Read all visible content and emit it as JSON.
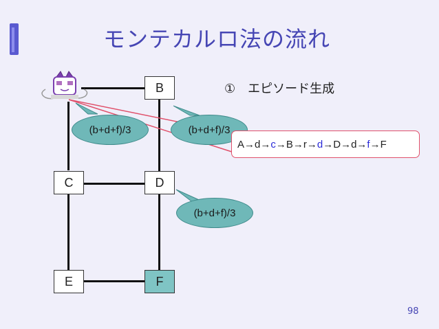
{
  "title": "モンテカルロ法の流れ",
  "step": "①　エピソード生成",
  "nodes": {
    "B": "B",
    "C": "C",
    "D": "D",
    "E": "E",
    "F": "F"
  },
  "bubbles": [
    "(b+d+f)/3",
    "(b+d+f)/3",
    "(b+d+f)/3"
  ],
  "episode": [
    {
      "t": "A",
      "hl": false
    },
    {
      "t": "→",
      "hl": false
    },
    {
      "t": "d",
      "hl": false
    },
    {
      "t": "→",
      "hl": false
    },
    {
      "t": "c",
      "hl": true
    },
    {
      "t": "→",
      "hl": false
    },
    {
      "t": "B",
      "hl": false
    },
    {
      "t": "→",
      "hl": false
    },
    {
      "t": "r",
      "hl": false
    },
    {
      "t": "→",
      "hl": false
    },
    {
      "t": "d",
      "hl": true
    },
    {
      "t": "→",
      "hl": false
    },
    {
      "t": "D",
      "hl": false
    },
    {
      "t": "→",
      "hl": false
    },
    {
      "t": "d",
      "hl": false
    },
    {
      "t": "→",
      "hl": false
    },
    {
      "t": "f",
      "hl": true
    },
    {
      "t": "→",
      "hl": false
    },
    {
      "t": "F",
      "hl": false
    }
  ],
  "colors": {
    "title": "#4646b4",
    "goal_node": "#7fc4c4",
    "bubble": "#6fb8b8",
    "highlight": "#2a2ad8",
    "callout_border": "#e0506a"
  },
  "page_number": "98"
}
